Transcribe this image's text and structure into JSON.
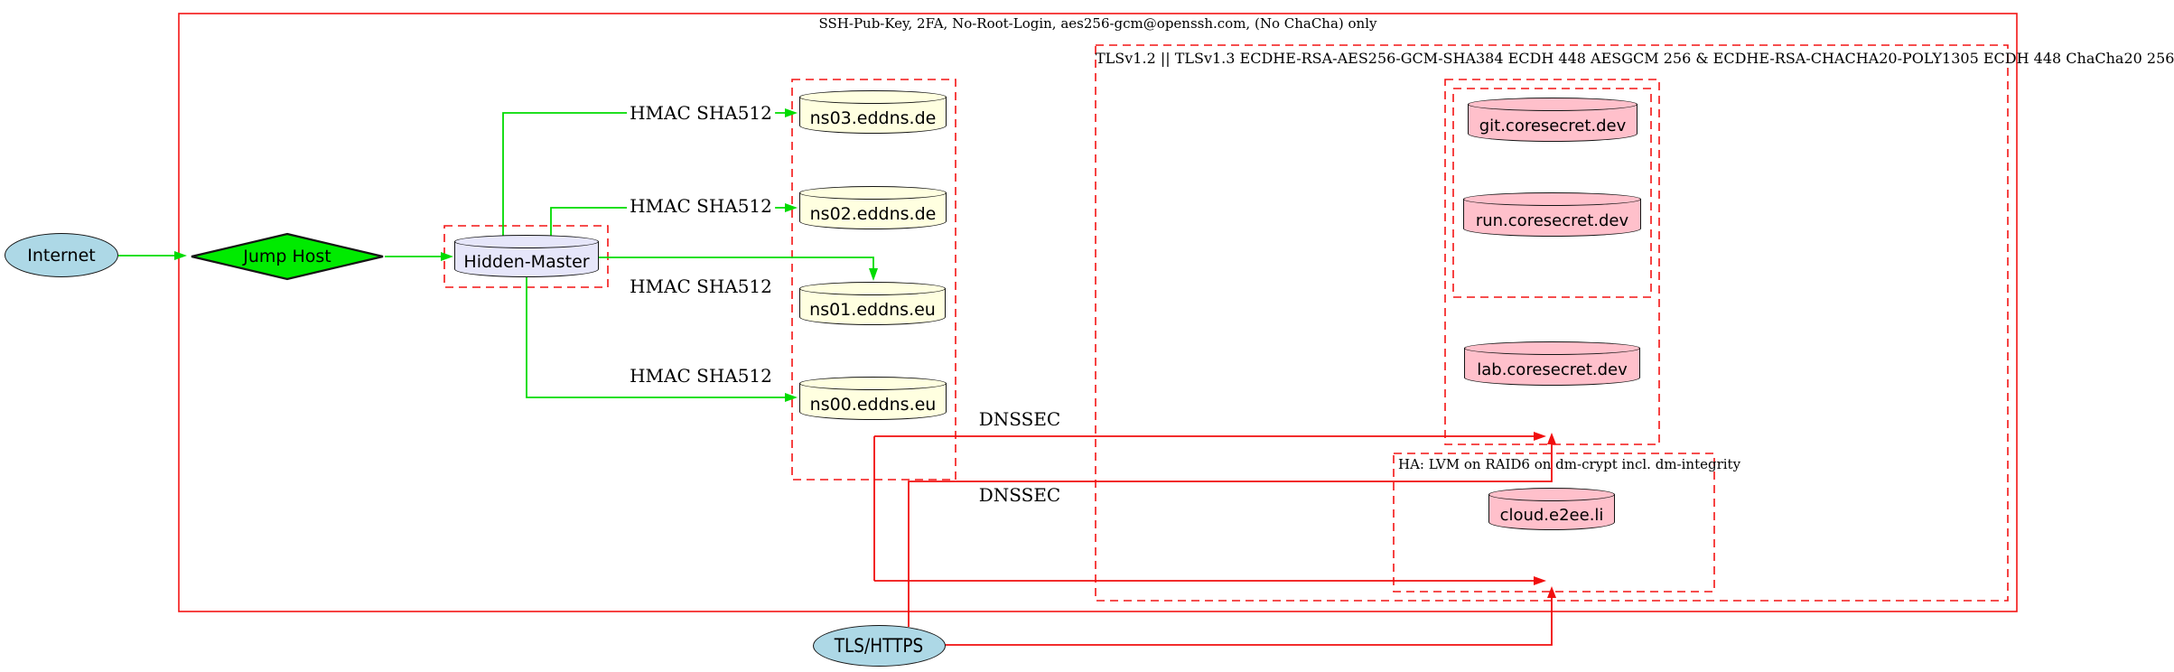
{
  "clusters": {
    "ssh": {
      "label": "SSH-Pub-Key, 2FA, No-Root-Login, aes256-gcm@openssh.com, (No ChaCha) only",
      "border_style": "solid"
    },
    "tls": {
      "label": "TLSv1.2 || TLSv1.3 ECDHE-RSA-AES256-GCM-SHA384 ECDH 448 AESGCM 256 & ECDHE-RSA-CHACHA20-POLY1305 ECDH 448 ChaCha20 256",
      "border_style": "dashed"
    },
    "ha": {
      "label": "HA: LVM on RAID6 on dm-crypt incl. dm-integrity",
      "border_style": "dashed"
    },
    "eddns": {
      "label": "",
      "border_style": "dashed"
    },
    "hidden_master_box": {
      "label": "",
      "border_style": "dashed"
    },
    "coresecret_outer": {
      "label": "",
      "border_style": "dashed"
    },
    "coresecret_inner": {
      "label": "",
      "border_style": "dashed"
    }
  },
  "nodes": {
    "internet": {
      "label": "Internet",
      "shape": "ellipse",
      "fill": "#ADD8E6"
    },
    "jump_host": {
      "label": "Jump Host",
      "shape": "diamond",
      "fill": "#00EB00"
    },
    "hidden_master": {
      "label": "Hidden-Master",
      "shape": "cylinder",
      "fill": "#E6E6FA"
    },
    "ns03": {
      "label": "ns03.eddns.de",
      "shape": "cylinder",
      "fill": "#FFFFE0"
    },
    "ns02": {
      "label": "ns02.eddns.de",
      "shape": "cylinder",
      "fill": "#FFFFE0"
    },
    "ns01": {
      "label": "ns01.eddns.eu",
      "shape": "cylinder",
      "fill": "#FFFFE0"
    },
    "ns00": {
      "label": "ns00.eddns.eu",
      "shape": "cylinder",
      "fill": "#FFFFE0"
    },
    "git": {
      "label": "git.coresecret.dev",
      "shape": "cylinder",
      "fill": "#FFC0CB"
    },
    "run": {
      "label": "run.coresecret.dev",
      "shape": "cylinder",
      "fill": "#FFC0CB"
    },
    "lab": {
      "label": "lab.coresecret.dev",
      "shape": "cylinder",
      "fill": "#FFC0CB"
    },
    "cloud": {
      "label": "cloud.e2ee.li",
      "shape": "cylinder",
      "fill": "#FFC0CB"
    },
    "tls_https": {
      "label": "TLS/HTTPS",
      "shape": "ellipse",
      "fill": "#ADD8E6"
    }
  },
  "edge_labels": {
    "hmac": "HMAC SHA512",
    "dnssec": "DNSSEC"
  },
  "edges": [
    {
      "from": "Internet",
      "to": "Jump Host",
      "color": "green"
    },
    {
      "from": "Jump Host",
      "to": "Hidden-Master",
      "color": "green"
    },
    {
      "from": "Hidden-Master",
      "to": "ns03.eddns.de",
      "label": "HMAC SHA512",
      "color": "green"
    },
    {
      "from": "Hidden-Master",
      "to": "ns02.eddns.de",
      "label": "HMAC SHA512",
      "color": "green"
    },
    {
      "from": "Hidden-Master",
      "to": "ns01.eddns.eu",
      "label": "HMAC SHA512",
      "color": "green"
    },
    {
      "from": "Hidden-Master",
      "to": "ns00.eddns.eu",
      "label": "HMAC SHA512",
      "color": "green"
    },
    {
      "from": "eddns cluster",
      "to": "lab.coresecret.dev cluster",
      "label": "DNSSEC",
      "color": "red"
    },
    {
      "from": "eddns cluster",
      "to": "HA cluster",
      "label": "DNSSEC",
      "color": "red"
    },
    {
      "from": "TLS/HTTPS",
      "to": "lab.coresecret.dev cluster",
      "color": "red"
    },
    {
      "from": "TLS/HTTPS",
      "to": "HA cluster (cloud.e2ee.li)",
      "color": "red"
    }
  ],
  "colors": {
    "cluster_border_red": "#F31414",
    "edge_green": "#00DB00",
    "edge_red": "#F10E0E",
    "node_border": "#151515",
    "fill_lightblue": "#ADD8E6",
    "fill_lavender": "#E6E6FA",
    "fill_lightyellow": "#FFFFE0",
    "fill_pink": "#FFC0CB",
    "fill_green": "#00EB00"
  }
}
